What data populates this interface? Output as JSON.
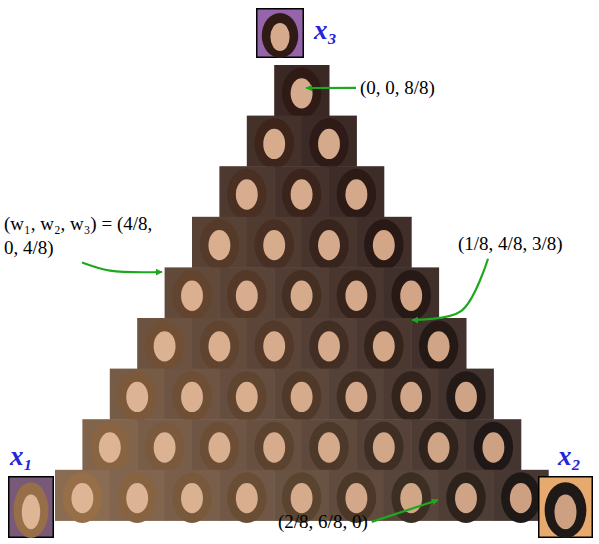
{
  "diagram": {
    "nodes": [
      {
        "text": [
          "x₃"
        ]
      },
      {
        "text": [
          "x₁"
        ]
      },
      {
        "text": [
          "x₂"
        ]
      }
    ],
    "labels": [
      "(0, 0, 8/8)",
      "(w₁, w₂, w₃) = (4/8, 0, 4/8)",
      "(1/8, 4/8, 3/8)",
      "(2/8, 6/8, 0)"
    ]
  }
}
